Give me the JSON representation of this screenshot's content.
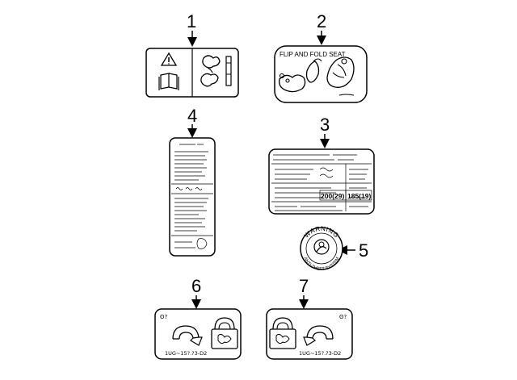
{
  "callouts": {
    "c1": "1",
    "c2": "2",
    "c3": "3",
    "c4": "4",
    "c5": "5",
    "c6": "6",
    "c7": "7"
  },
  "labels": {
    "seat_title": "FLIP AND FOLD SEAT",
    "tire_pressure_1": "200(29)",
    "tire_pressure_2": "185(19)",
    "warning_text": "WARNING",
    "anti_theft_text": "ANTI-THEFT SYSTEM",
    "part_no_6": "1UG~15?.?3-D2",
    "part_no_7": "1UG~15?.?3-D2"
  },
  "icons": {
    "warning": "warning-triangle-icon",
    "manual": "owner-manual-icon",
    "lock": "padlock-icon",
    "rotate": "rotate-arrow-icon"
  }
}
